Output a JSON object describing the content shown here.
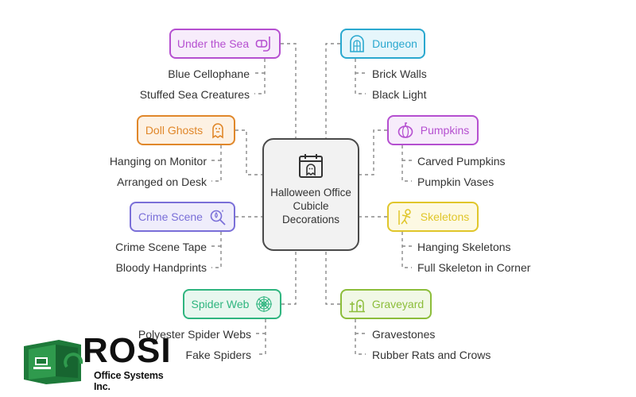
{
  "center": {
    "title": "Halloween Office Cubicle Decorations",
    "icon": "calendar-ghost-icon"
  },
  "branches": [
    {
      "id": "under-the-sea",
      "label": "Under the Sea",
      "icon": "snorkel-mask-icon",
      "color": "#b54fd0",
      "fill": "#f7ecfb",
      "items": [
        "Blue Cellophane",
        "Stuffed Sea Creatures"
      ]
    },
    {
      "id": "doll-ghosts",
      "label": "Doll Ghosts",
      "icon": "doll-ghost-icon",
      "color": "#e0872a",
      "fill": "#fdf1e3",
      "items": [
        "Hanging on Monitor",
        "Arranged on Desk"
      ]
    },
    {
      "id": "crime-scene",
      "label": "Crime Scene",
      "icon": "magnifier-drop-icon",
      "color": "#7a6fd8",
      "fill": "#efedfb",
      "items": [
        "Crime Scene Tape",
        "Bloody Handprints"
      ]
    },
    {
      "id": "spider-web",
      "label": "Spider Web",
      "icon": "spider-web-icon",
      "color": "#2fb57f",
      "fill": "#e8f7ef",
      "items": [
        "Polyester Spider Webs",
        "Fake Spiders"
      ]
    },
    {
      "id": "dungeon",
      "label": "Dungeon",
      "icon": "dungeon-door-icon",
      "color": "#2aa8cf",
      "fill": "#e6f6fb",
      "items": [
        "Brick Walls",
        "Black Light"
      ]
    },
    {
      "id": "pumpkins",
      "label": "Pumpkins",
      "icon": "pumpkin-icon",
      "color": "#b54fd0",
      "fill": "#f7ecfb",
      "items": [
        "Carved Pumpkins",
        "Pumpkin Vases"
      ]
    },
    {
      "id": "skeletons",
      "label": "Skeletons",
      "icon": "skeleton-icon",
      "color": "#e0c62a",
      "fill": "#fdf9e3",
      "items": [
        "Hanging Skeletons",
        "Full Skeleton in Corner"
      ]
    },
    {
      "id": "graveyard",
      "label": "Graveyard",
      "icon": "graveyard-icon",
      "color": "#8cbd3a",
      "fill": "#f1f8e6",
      "items": [
        "Gravestones",
        "Rubber Rats and Crows"
      ]
    }
  ],
  "logo": {
    "name": "ROSI",
    "tagline": "Office Systems Inc.",
    "icon": "cubicle-logo-icon",
    "color": "#1e7a3a"
  }
}
